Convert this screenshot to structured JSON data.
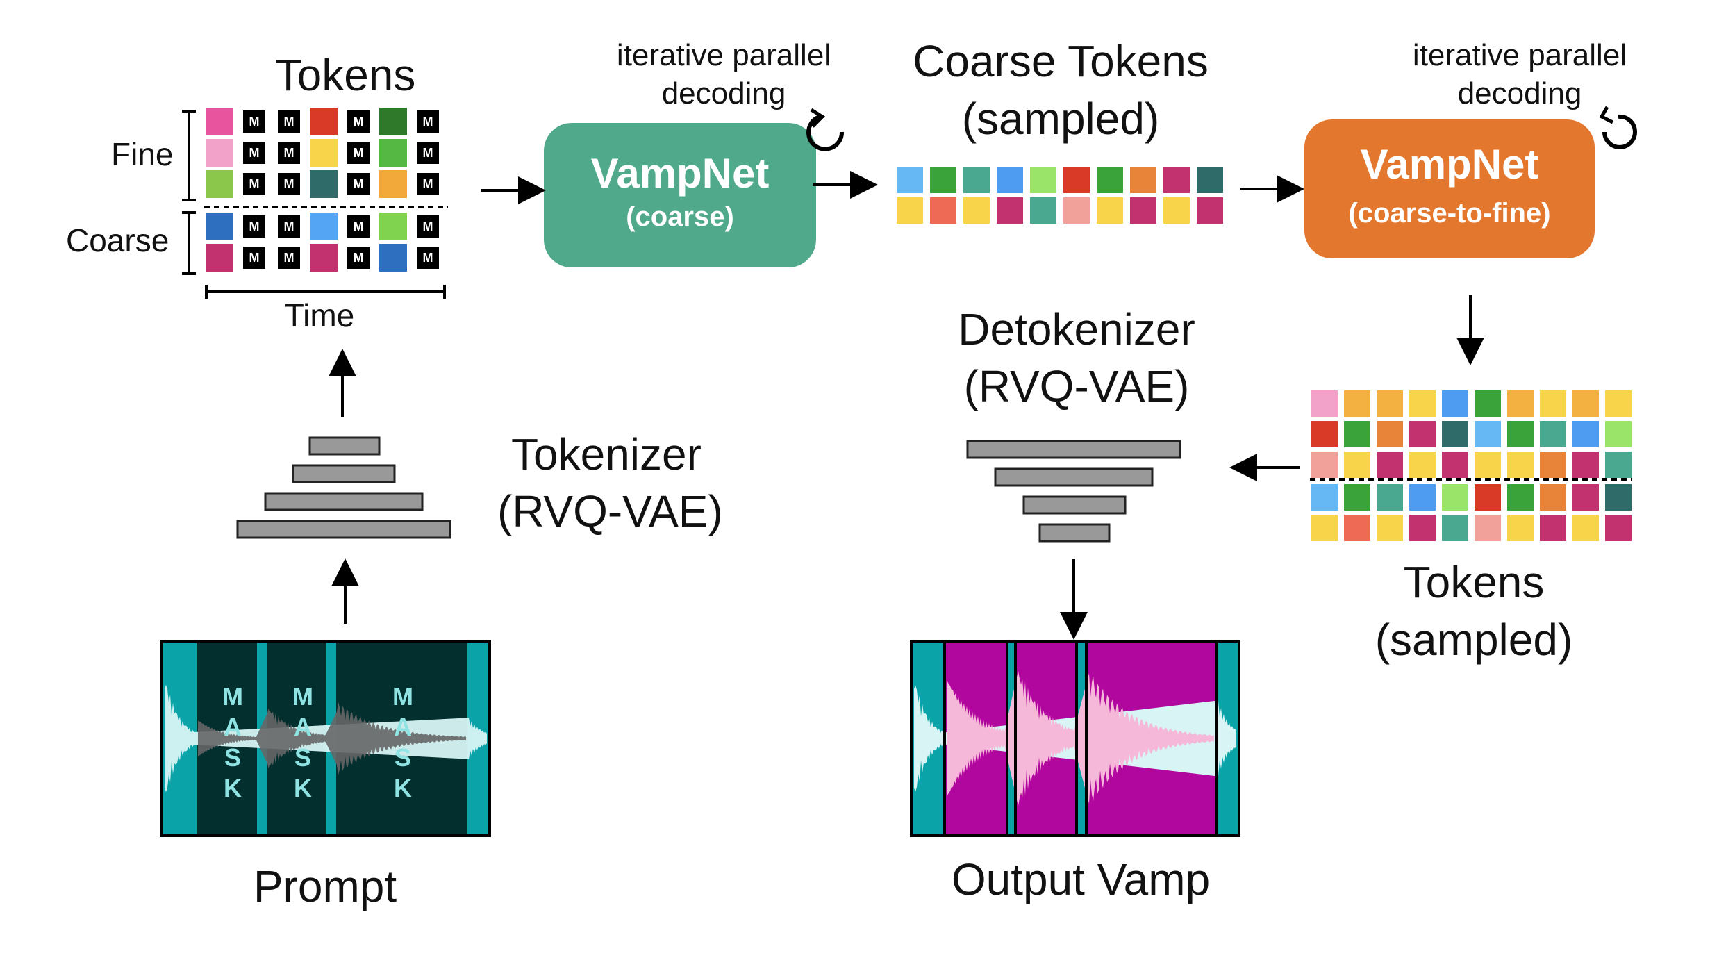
{
  "tokens_title": "Tokens",
  "fine_label": "Fine",
  "coarse_label": "Coarse",
  "time_label": "Time",
  "mask_glyph": "M",
  "tokenizer_line1": "Tokenizer",
  "tokenizer_line2": "(RVQ-VAE)",
  "prompt_label": "Prompt",
  "mask_word": [
    "M",
    "A",
    "S",
    "K"
  ],
  "iter1_line1": "iterative parallel",
  "iter1_line2": "decoding",
  "vampnet_coarse_title": "VampNet",
  "vampnet_coarse_sub": "(coarse)",
  "coarse_tokens_line1": "Coarse Tokens",
  "coarse_tokens_line2": "(sampled)",
  "iter2_line1": "iterative parallel",
  "iter2_line2": "decoding",
  "vampnet_c2f_title": "VampNet",
  "vampnet_c2f_sub": "(coarse-to-fine)",
  "detok_line1": "Detokenizer",
  "detok_line2": "(RVQ-VAE)",
  "tokens_sampled_line1": "Tokens",
  "tokens_sampled_line2": "(sampled)",
  "output_label": "Output Vamp",
  "colors": {
    "vampnet_coarse": "#4fa98a",
    "vampnet_c2f": "#e4772e",
    "prompt_bg": "#032f2f",
    "prompt_edge": "#0aa3a8",
    "output_fill": "#b2079e",
    "output_wave": "#f6b8d9",
    "mask_text": "#8fe3e3"
  },
  "token_grid": {
    "fine": [
      [
        "#e8559e",
        "M",
        "M",
        "#d93a28",
        "M",
        "#2f7a2a",
        "M"
      ],
      [
        "#f2a1c9",
        "M",
        "M",
        "#f7d44a",
        "M",
        "#55b843",
        "M"
      ],
      [
        "#8ac74a",
        "M",
        "M",
        "#2f6b68",
        "M",
        "#f2a93a",
        "M"
      ]
    ],
    "coarse": [
      [
        "#2e6fc0",
        "M",
        "M",
        "#54a6f5",
        "M",
        "#7fd34f",
        "M"
      ],
      [
        "#c2326f",
        "M",
        "M",
        "#c2326f",
        "M",
        "#2e6fc0",
        "M"
      ]
    ]
  },
  "coarse_sampled": [
    [
      "#66b8f5",
      "#3aa33a",
      "#4aa890",
      "#4e9cf2",
      "#9be46a",
      "#d93a28",
      "#3aa33a",
      "#e8833a",
      "#c2326f",
      "#2f6b68"
    ],
    [
      "#f7d44a",
      "#ee6a55",
      "#f7d44a",
      "#c2326f",
      "#4aa890",
      "#f2a09a",
      "#f7d44a",
      "#c2326f",
      "#f7d44a",
      "#c2326f"
    ]
  ],
  "sampled_tokens": [
    [
      "#f2a1c9",
      "#f2b140",
      "#f2b140",
      "#f7d44a",
      "#4e9cf2",
      "#3aa33a",
      "#f2b140",
      "#f7d44a",
      "#f2b140",
      "#f7d44a"
    ],
    [
      "#d93a28",
      "#3aa33a",
      "#e8833a",
      "#c2326f",
      "#2f6b68",
      "#66b8f5",
      "#3aa33a",
      "#4aa890",
      "#4e9cf2",
      "#9be46a"
    ],
    [
      "#f2a09a",
      "#f7d44a",
      "#c2326f",
      "#f7d44a",
      "#c2326f",
      "#f7d44a",
      "#f7d44a",
      "#e8833a",
      "#c2326f",
      "#4aa890"
    ],
    [
      "#66b8f5",
      "#3aa33a",
      "#4aa890",
      "#4e9cf2",
      "#9be46a",
      "#d93a28",
      "#3aa33a",
      "#e8833a",
      "#c2326f",
      "#2f6b68"
    ],
    [
      "#f7d44a",
      "#ee6a55",
      "#f7d44a",
      "#c2326f",
      "#4aa890",
      "#f2a09a",
      "#f7d44a",
      "#c2326f",
      "#f7d44a",
      "#c2326f"
    ]
  ]
}
